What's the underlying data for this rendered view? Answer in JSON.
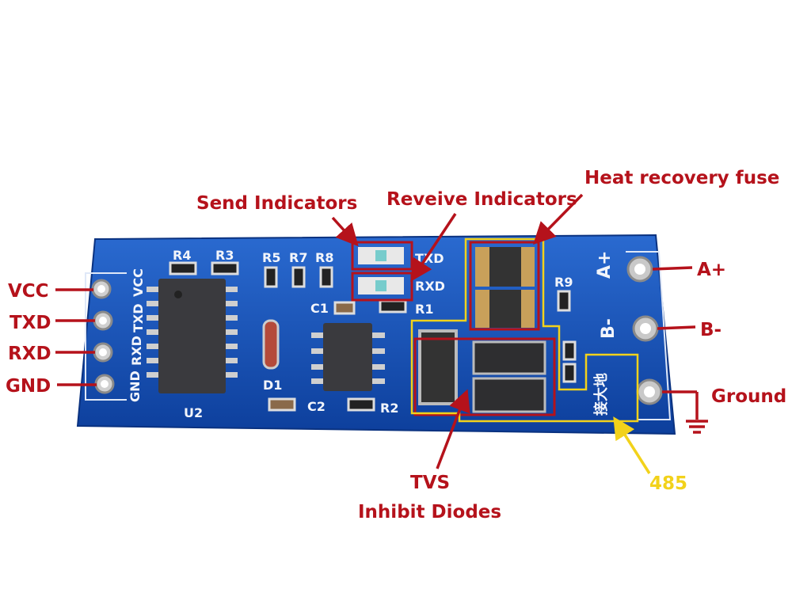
{
  "annotations": {
    "send_indicators": "Send Indicators",
    "receive_indicators": "Reveive Indicators",
    "heat_recovery_fuse": "Heat recovery fuse",
    "vcc": "VCC",
    "txd": "TXD",
    "rxd": "RXD",
    "gnd": "GND",
    "a_plus": "A+",
    "b_minus": "B-",
    "ground": "Ground",
    "tvs_line1": "TVS",
    "tvs_line2": "Inhibit Diodes",
    "rs485": "485"
  },
  "silkscreen": {
    "r4": "R4",
    "r3": "R3",
    "r5": "R5",
    "r7": "R7",
    "r8": "R8",
    "led_txd": "TXD",
    "led_rxd": "RXD",
    "c1": "C1",
    "r1": "R1",
    "r9": "R9",
    "d1": "D1",
    "c2": "C2",
    "r2": "R2",
    "u2": "U2",
    "pin_vcc": "VCC",
    "pin_txd": "TXD",
    "pin_rxd": "RXD",
    "pin_gnd": "GND",
    "term_a": "A+",
    "term_b": "B-",
    "earth": "接大地"
  },
  "colors": {
    "annotation_red": "#b5121b",
    "annotation_yellow": "#f2d21b",
    "pcb_blue": "#1450b4"
  }
}
